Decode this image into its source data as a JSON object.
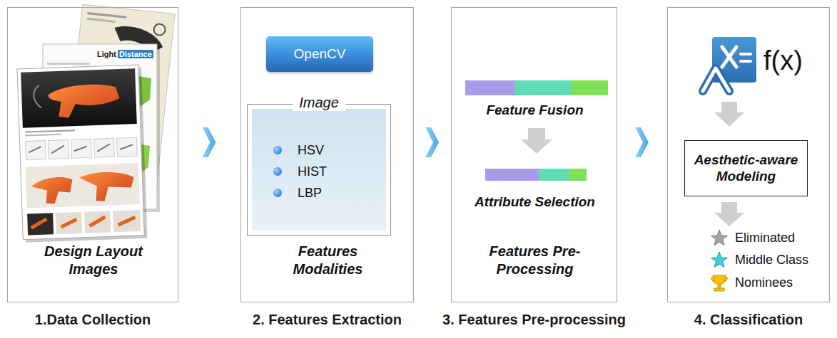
{
  "diagram": {
    "nodes": [
      {
        "text": [
          "Design Layout Images",
          "1.Data Collection"
        ]
      },
      {
        "text": [
          "Features Modalities",
          "2. Features Extraction"
        ]
      },
      {
        "text": [
          "OpenCV"
        ],
        "in": 1
      },
      {
        "text": [
          "Image",
          "HSV",
          "HIST",
          "LBP"
        ],
        "in": 1
      },
      {
        "text": [
          "Feature Fusion",
          "Attribute Selection",
          "Features Pre-Processing",
          "3. Features Pre-processing"
        ]
      },
      {
        "text": [
          "4. Classification"
        ]
      },
      {
        "text": [
          "Aesthetic-aware Modeling"
        ],
        "in": 5
      }
    ],
    "edges": [
      {
        "from": 0,
        "to": 1,
        "arrow": "to"
      },
      {
        "from": 1,
        "to": 4,
        "arrow": "to"
      },
      {
        "from": 4,
        "to": 5,
        "arrow": "to"
      }
    ],
    "labels": [
      "Light",
      "Distance",
      "f(x)"
    ],
    "legend": [
      {
        "text": "Eliminated"
      },
      {
        "text": "Middle Class"
      },
      {
        "text": "Nominees"
      }
    ]
  }
}
